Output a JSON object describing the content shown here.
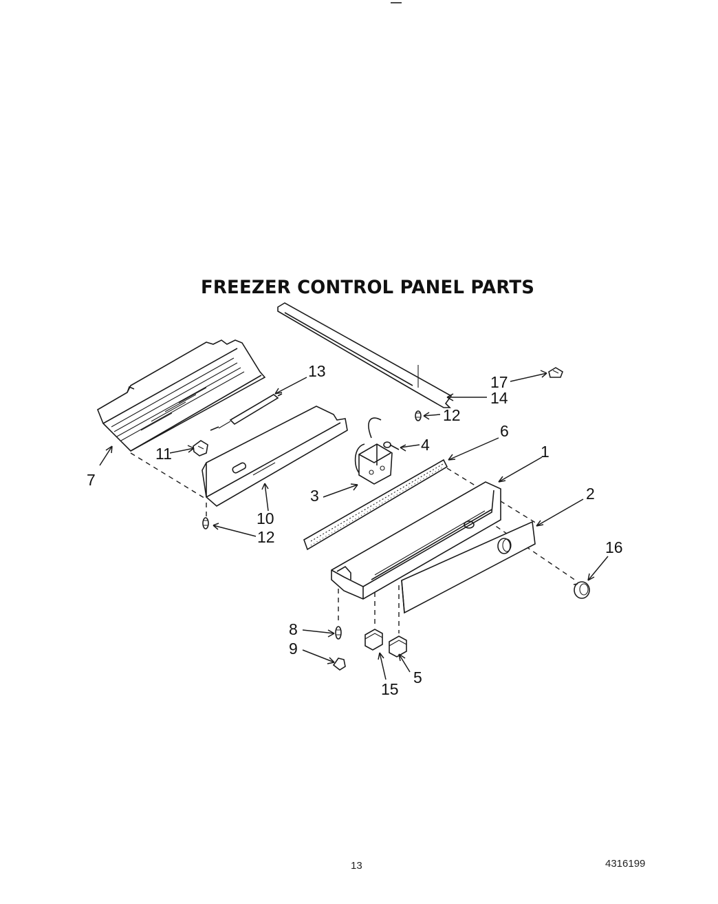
{
  "title": "FREEZER CONTROL PANEL PARTS",
  "footer": {
    "page_number": "13",
    "document_number": "4316199"
  },
  "callouts": [
    "1",
    "2",
    "3",
    "4",
    "5",
    "6",
    "7",
    "8",
    "9",
    "10",
    "11",
    "12",
    "12",
    "13",
    "14",
    "15",
    "16",
    "17"
  ]
}
